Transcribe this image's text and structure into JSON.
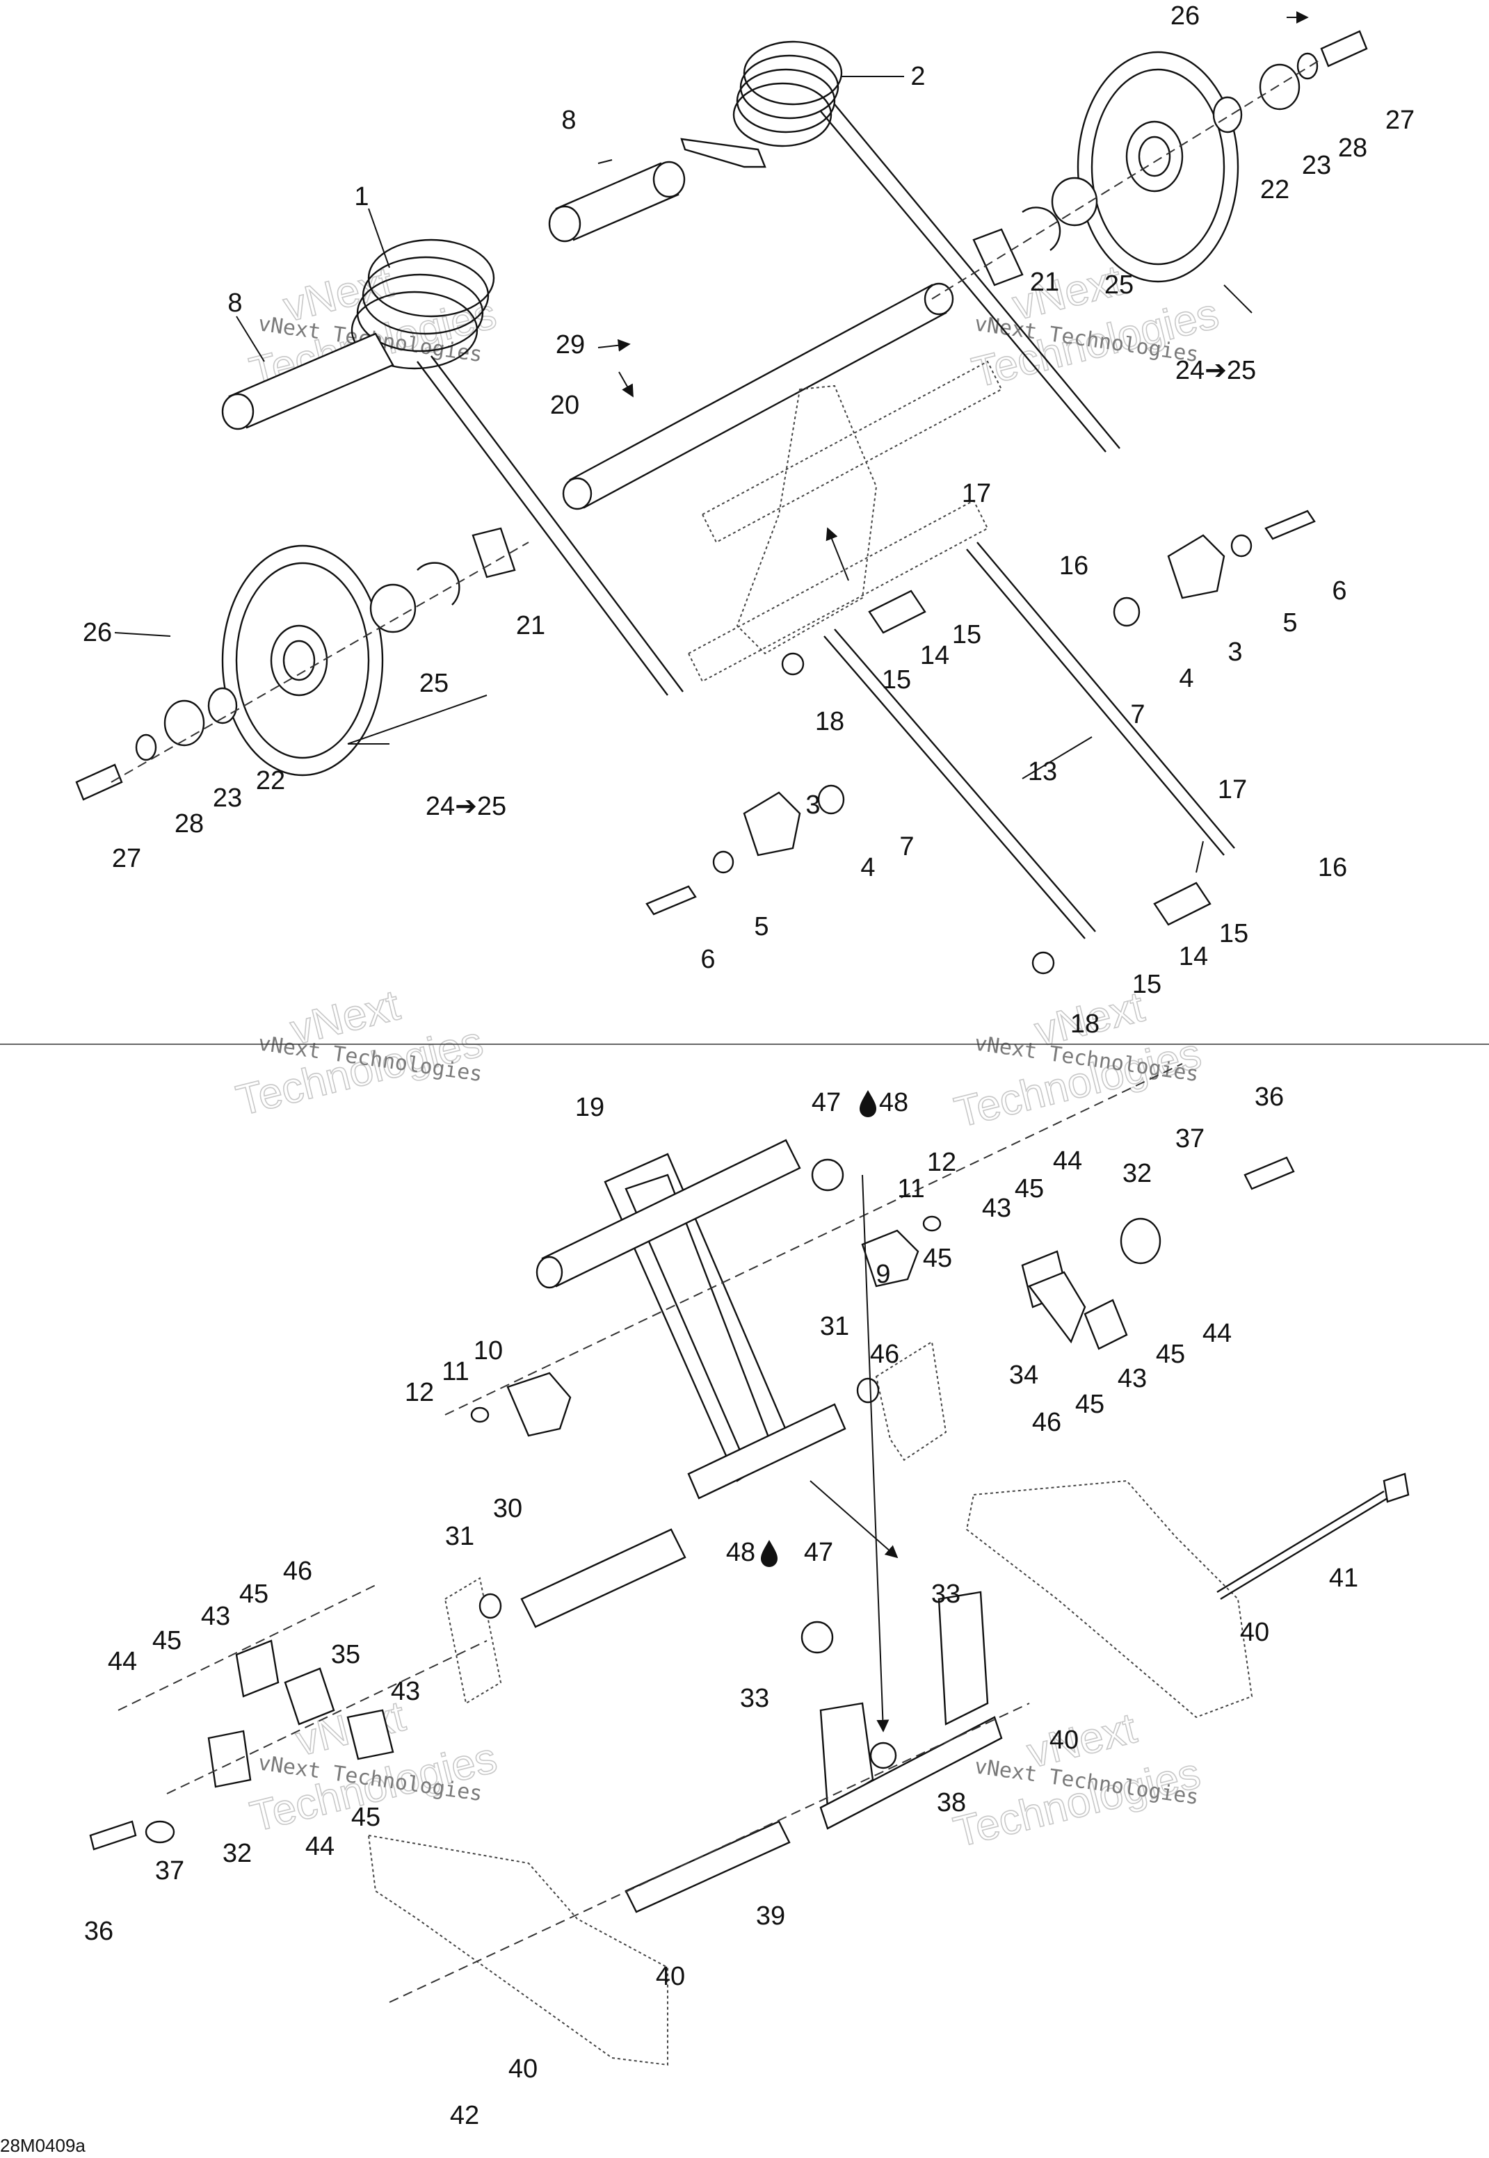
{
  "diagram_code": "28M0409a",
  "watermark": {
    "line1": "vNext",
    "line2": "Technologies",
    "small": "vNext Technologies"
  },
  "callouts": [
    "1",
    "2",
    "3",
    "4",
    "5",
    "6",
    "7",
    "8",
    "9",
    "10",
    "11",
    "12",
    "13",
    "14",
    "15",
    "16",
    "17",
    "18",
    "19",
    "20",
    "21",
    "22",
    "23",
    "24➔25",
    "25",
    "26",
    "27",
    "28",
    "29",
    "30",
    "31",
    "32",
    "33",
    "34",
    "35",
    "36",
    "37",
    "38",
    "39",
    "40",
    "41",
    "42",
    "43",
    "44",
    "45",
    "46",
    "47",
    "48"
  ],
  "drop_symbol": "lubricant-drop-icon"
}
